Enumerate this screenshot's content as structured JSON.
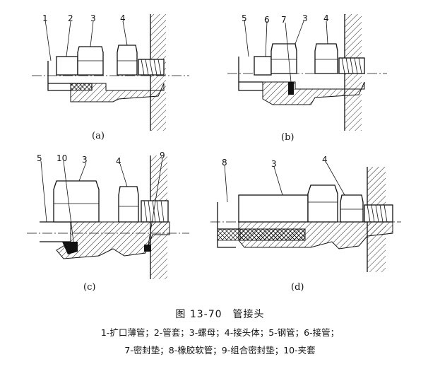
{
  "figure": {
    "title": "图 13-70　管接头",
    "legend_line1": "1-扩口薄管；2-管套；3-螺母；4-接头体；5-钢管；6-接管；",
    "legend_line2": "7-密封垫；8-橡胶软管；9-组合密封垫；10-夹套"
  },
  "panels": {
    "a": {
      "sublabel": "(a)",
      "callouts": [
        "1",
        "2",
        "3",
        "4"
      ]
    },
    "b": {
      "sublabel": "(b)",
      "callouts": [
        "5",
        "6",
        "7",
        "3",
        "4"
      ]
    },
    "c": {
      "sublabel": "(c)",
      "callouts": [
        "5",
        "10",
        "3",
        "4",
        "9"
      ]
    },
    "d": {
      "sublabel": "(d)",
      "callouts": [
        "8",
        "3",
        "4"
      ]
    }
  }
}
